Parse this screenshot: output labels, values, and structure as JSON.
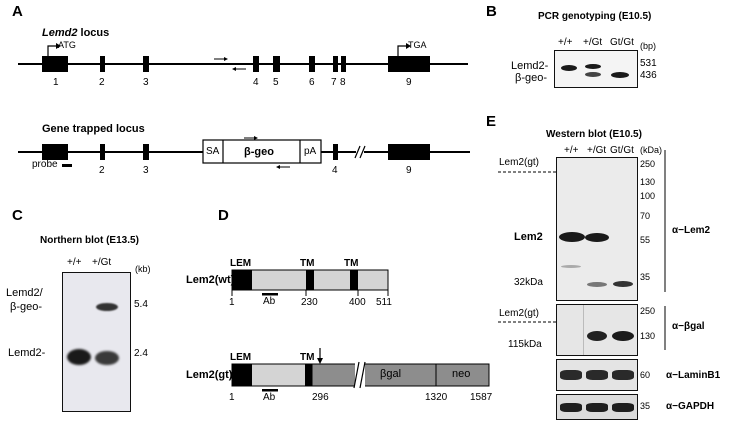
{
  "panels": {
    "A": "A",
    "B": "B",
    "C": "C",
    "D": "D",
    "E": "E"
  },
  "panelA": {
    "lemd2_italic": "Lemd2",
    "locus_word": "locus",
    "atg": "ATG",
    "tga": "TGA",
    "exons": [
      "1",
      "2",
      "3",
      "4",
      "5",
      "6",
      "7",
      "8",
      "9"
    ],
    "trapped_title": "Gene trapped locus",
    "probe": "probe",
    "sa": "SA",
    "bgeo": "β-geo",
    "pa": "pA",
    "trap_exons": [
      "2",
      "3",
      "4",
      "9"
    ]
  },
  "panelB": {
    "title": "PCR genotyping (E10.5)",
    "lanes": [
      "+/+",
      "+/Gt",
      "Gt/Gt"
    ],
    "unit": "(bp)",
    "sizes": [
      "531",
      "436"
    ],
    "labels": [
      "Lemd2-",
      "β-geo-"
    ]
  },
  "panelC": {
    "title": "Northern blot (E13.5)",
    "lanes": [
      "+/+",
      "+/Gt"
    ],
    "unit": "(kb)",
    "sizes": [
      "5.4",
      "2.4"
    ],
    "labels": [
      "Lemd2/",
      "β-geo-",
      "Lemd2-"
    ]
  },
  "panelD": {
    "wt_label": "Lem2(wt)",
    "gt_label": "Lem2(gt)",
    "lem": "LEM",
    "tm": "TM",
    "ab": "Ab",
    "wt_numbers": [
      "1",
      "230",
      "400",
      "511"
    ],
    "gt_numbers": [
      "1",
      "296",
      "1320",
      "1587"
    ],
    "bgal": "βgal",
    "neo": "neo"
  },
  "panelE": {
    "title": "Western blot (E10.5)",
    "lanes": [
      "+/+",
      "+/Gt",
      "Gt/Gt"
    ],
    "unit": "(kDa)",
    "markers1": [
      "250",
      "130",
      "100",
      "70",
      "55",
      "35"
    ],
    "markers2": [
      "250",
      "130"
    ],
    "marker3": "60",
    "marker4": "35",
    "lem2gt": "Lem2(gt)",
    "lem2": "Lem2",
    "kda32": "32kDa",
    "lem2gt2": "Lem2(gt)",
    "kda115": "115kDa",
    "ab1": "α−Lem2",
    "ab2": "α−βgal",
    "ab3": "α−LaminB1",
    "ab4": "α−GAPDH"
  }
}
